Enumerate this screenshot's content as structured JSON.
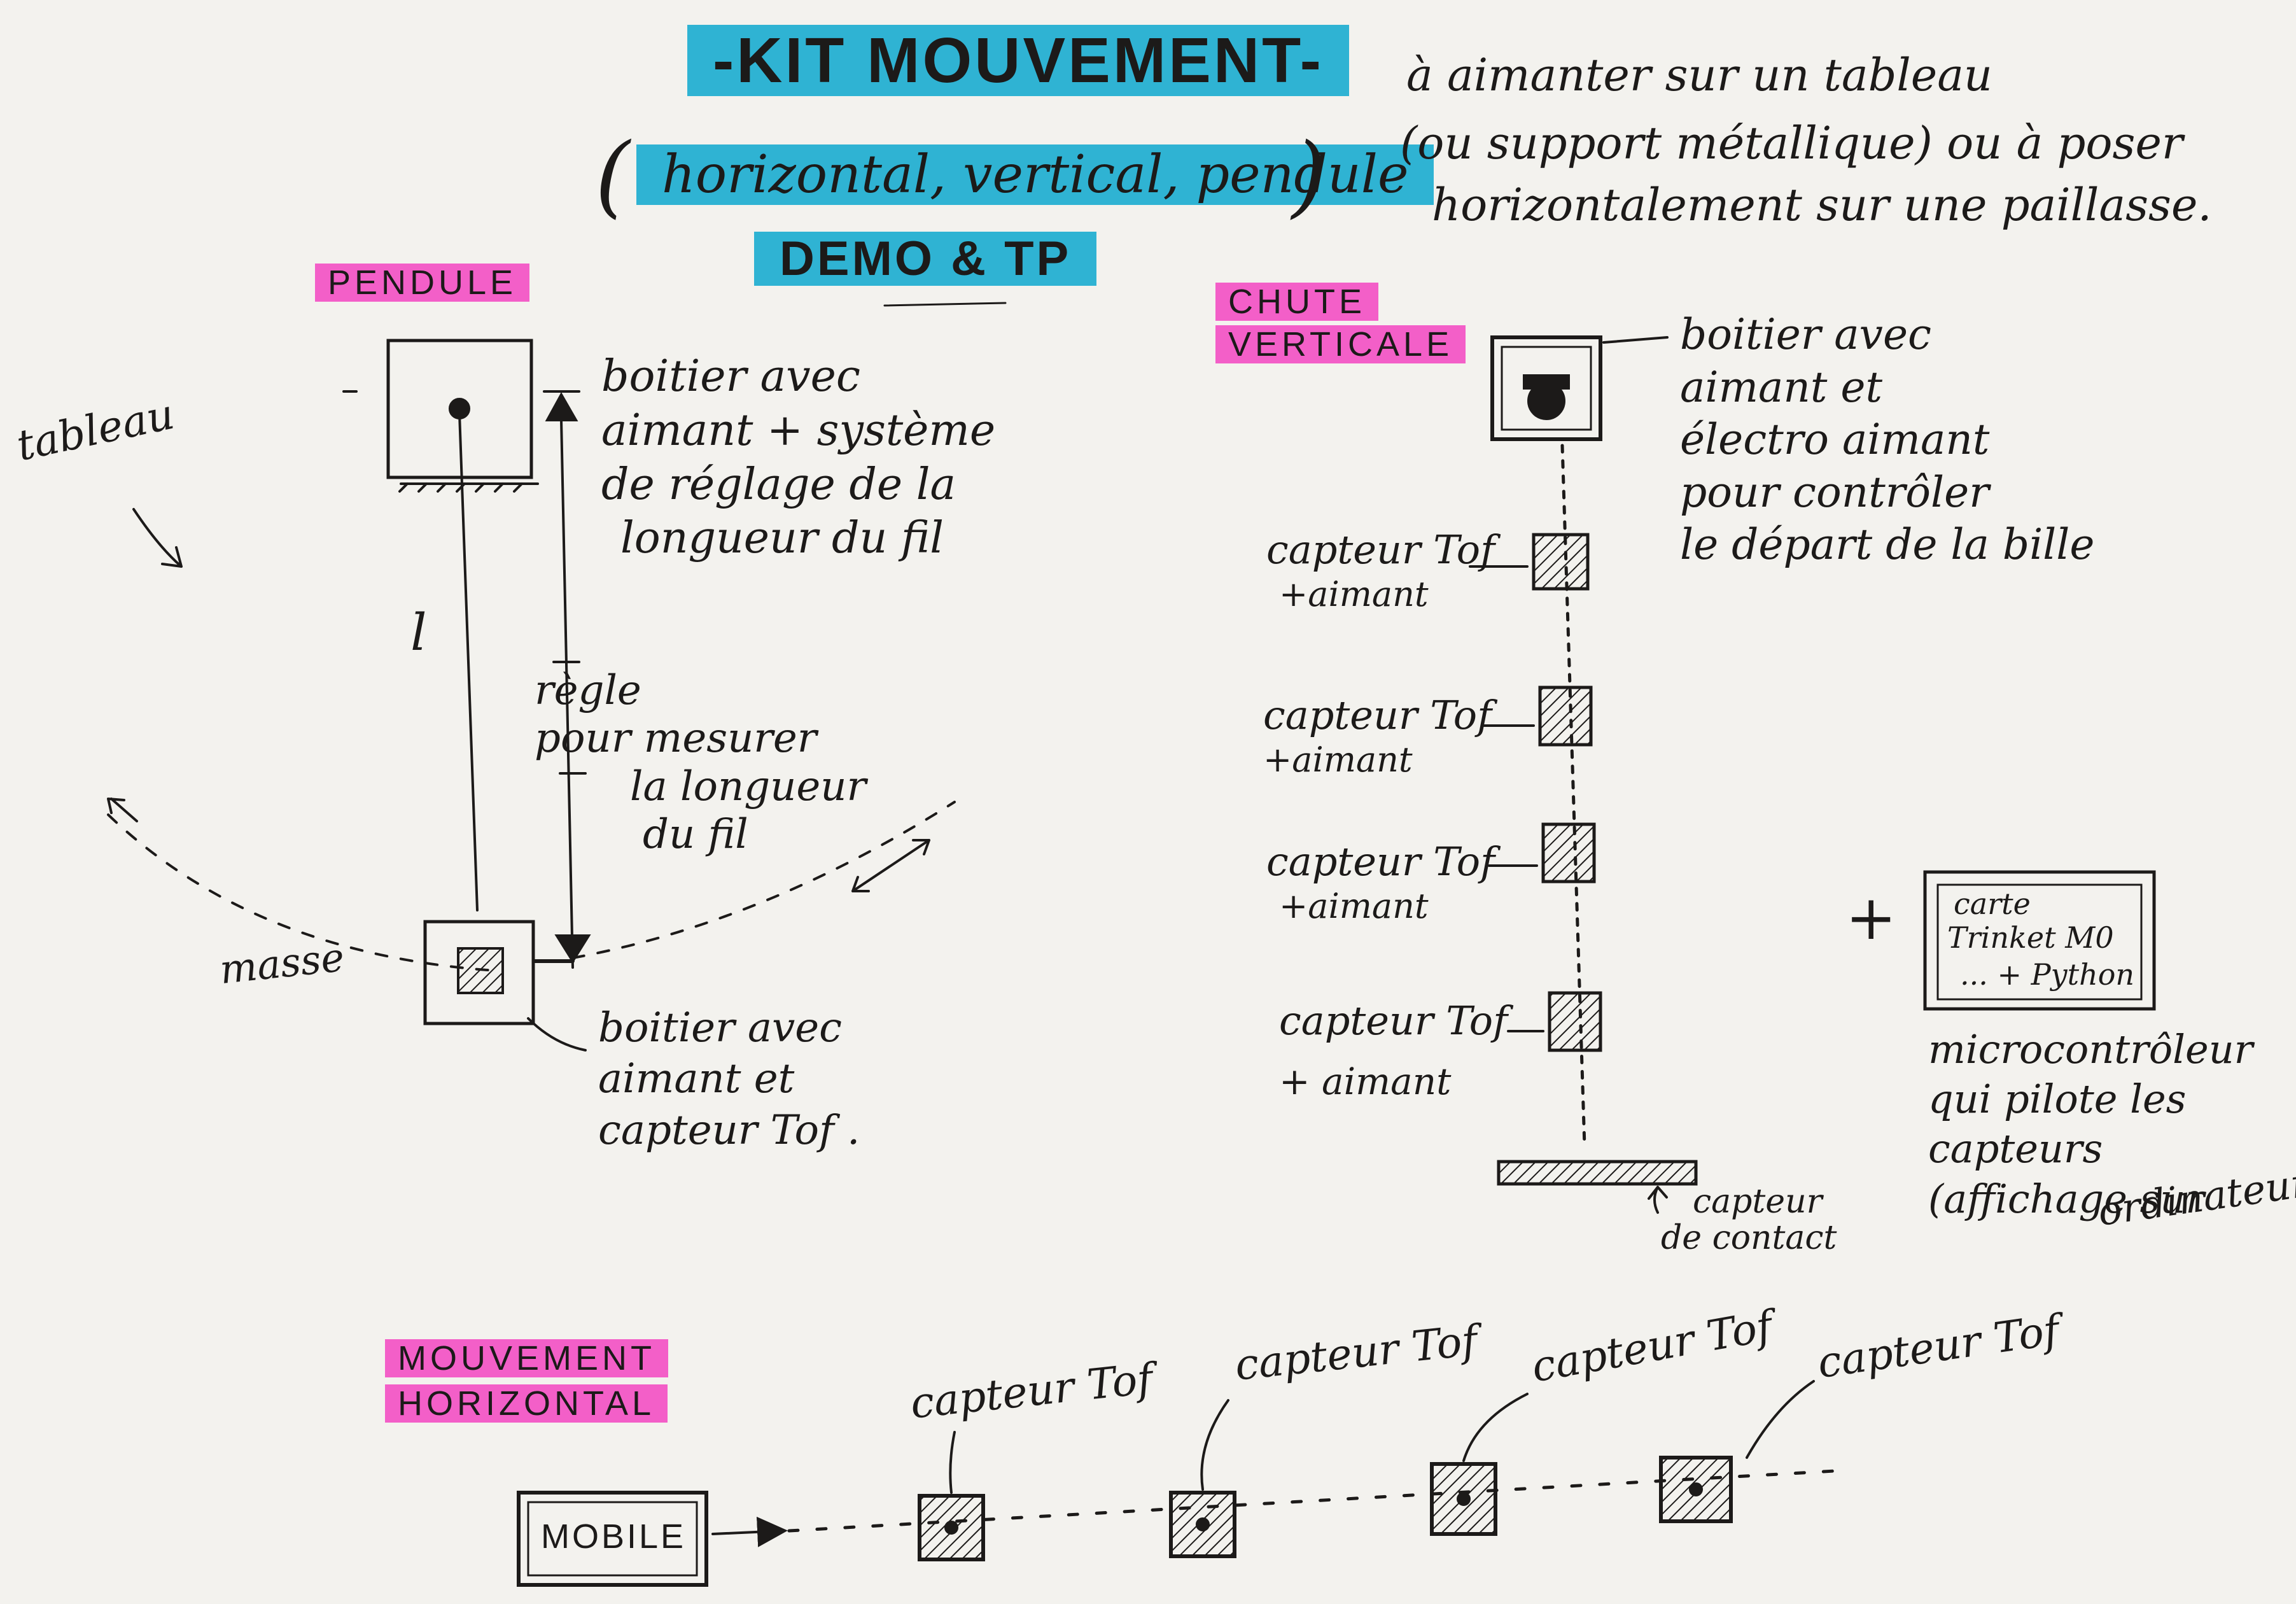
{
  "header": {
    "title": "-KIT MOUVEMENT-",
    "subtitle": "horizontal, vertical, pendule",
    "subtitle_open": "(",
    "subtitle_close": ")",
    "demo": "DEMO & TP",
    "note_line1": "à aimanter sur un tableau",
    "note_line2": "(ou support métallique) ou à poser",
    "note_line3": "horizontalement sur une paillasse."
  },
  "pendule": {
    "heading": "PENDULE",
    "tableau_label": "tableau",
    "box_label_line1": "boitier avec",
    "box_label_line2": "aimant + système",
    "box_label_line3": "de réglage de la",
    "box_label_line4": "longueur du fil",
    "length_symbol": "l",
    "ruler_label_line1": "règle",
    "ruler_label_line2": "pour mesurer",
    "ruler_label_line3": "la longueur",
    "ruler_label_line4": "du fil",
    "mass_label": "masse",
    "sensor_box_line1": "boitier avec",
    "sensor_box_line2": "aimant et",
    "sensor_box_line3": "capteur Tof ."
  },
  "chute": {
    "heading_line1": "CHUTE",
    "heading_line2": "VERTICALE",
    "box_label_line1": "boitier avec",
    "box_label_line2": "aimant et",
    "box_label_line3": "électro aimant",
    "box_label_line4": "pour contrôler",
    "box_label_line5": "le départ de la bille",
    "sensors": [
      {
        "line1": "capteur Tof",
        "line2": "+aimant"
      },
      {
        "line1": "capteur Tof",
        "line2": "+aimant"
      },
      {
        "line1": "capteur Tof",
        "line2": "+aimant"
      },
      {
        "line1": "capteur Tof",
        "line2": "+ aimant"
      }
    ],
    "contact_label_line1": "capteur",
    "contact_label_line2": "de contact"
  },
  "controller": {
    "plus": "+",
    "card_line1": "carte",
    "card_line2": "Trinket M0",
    "card_line3": "... + Python",
    "desc_line1": "microcontrôleur",
    "desc_line2": "qui pilote les",
    "desc_line3": "capteurs",
    "desc_line4": "(affichage sur",
    "desc_line5": "ordinateur)"
  },
  "horizontal": {
    "heading_line1": "MOUVEMENT",
    "heading_line2": "HORIZONTAL",
    "mobile": "MOBILE",
    "sensors": [
      "capteur Tof",
      "capteur Tof",
      "capteur Tof",
      "capteur Tof"
    ]
  },
  "colors": {
    "ink": "#1c1a19",
    "cyan_highlight": "#2fb3d3",
    "pink_highlight": "#f35fc8",
    "paper": "#f3f2ee"
  }
}
